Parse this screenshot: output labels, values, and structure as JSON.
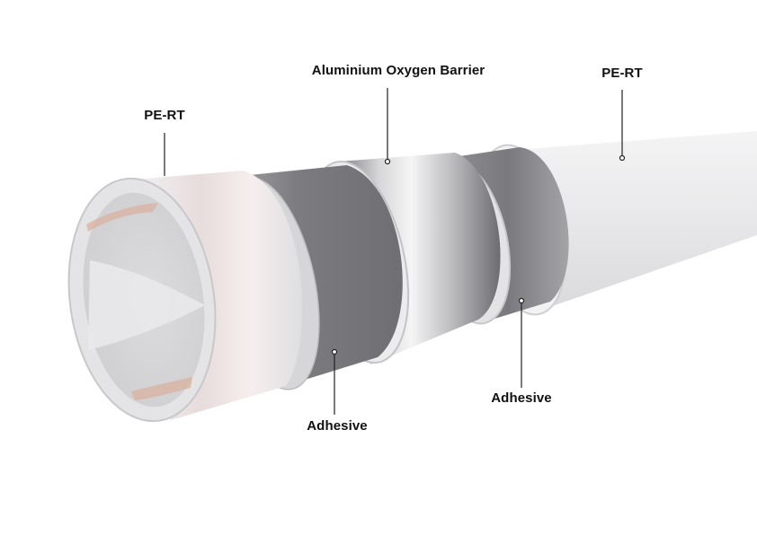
{
  "labels": {
    "outer_right": "PE-RT",
    "outer_left": "PE-RT",
    "barrier": "Aluminium Oxygen Barrier",
    "adhesive_front": "Adhesive",
    "adhesive_back": "Adhesive"
  },
  "colors": {
    "pe_rt": "#e6e6e8",
    "adhesive": "#8a8a8d",
    "aluminium": "#b7b7ba",
    "inner_tint": "#d9b3a3",
    "leader": "#222222"
  }
}
